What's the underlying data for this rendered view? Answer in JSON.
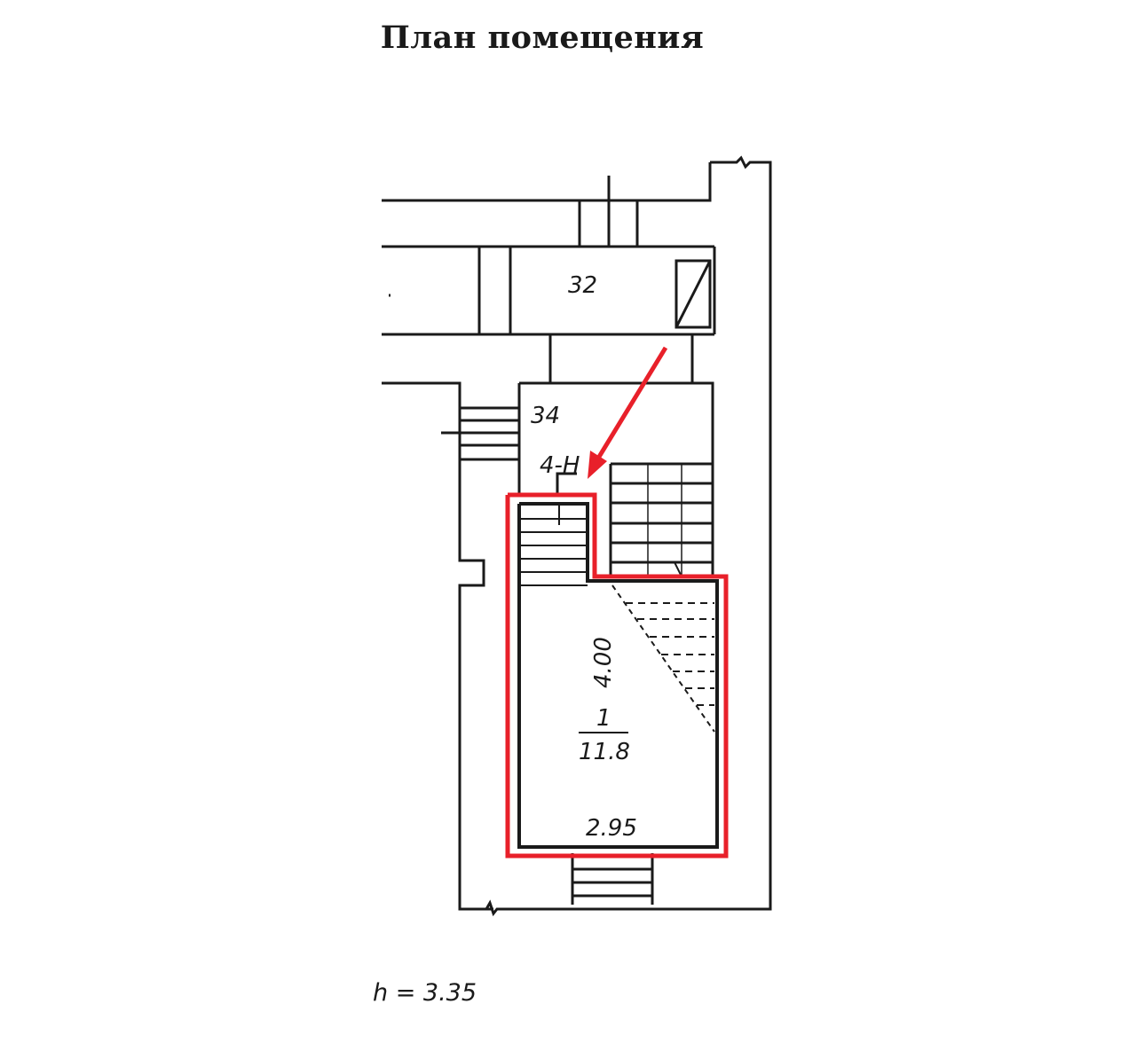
{
  "title": "План помещения",
  "plan": {
    "room_labels": {
      "room_32": "32",
      "room_34": "34",
      "room_4n": "4-Н"
    },
    "target_room": {
      "number": "1",
      "area": "11.8",
      "length_dim": "4.00",
      "width_dim": "2.95"
    },
    "height": "h = 3.35",
    "colors": {
      "line": "#1a1a1a",
      "highlight": "#e8202a",
      "arrow": "#e8202a"
    }
  }
}
